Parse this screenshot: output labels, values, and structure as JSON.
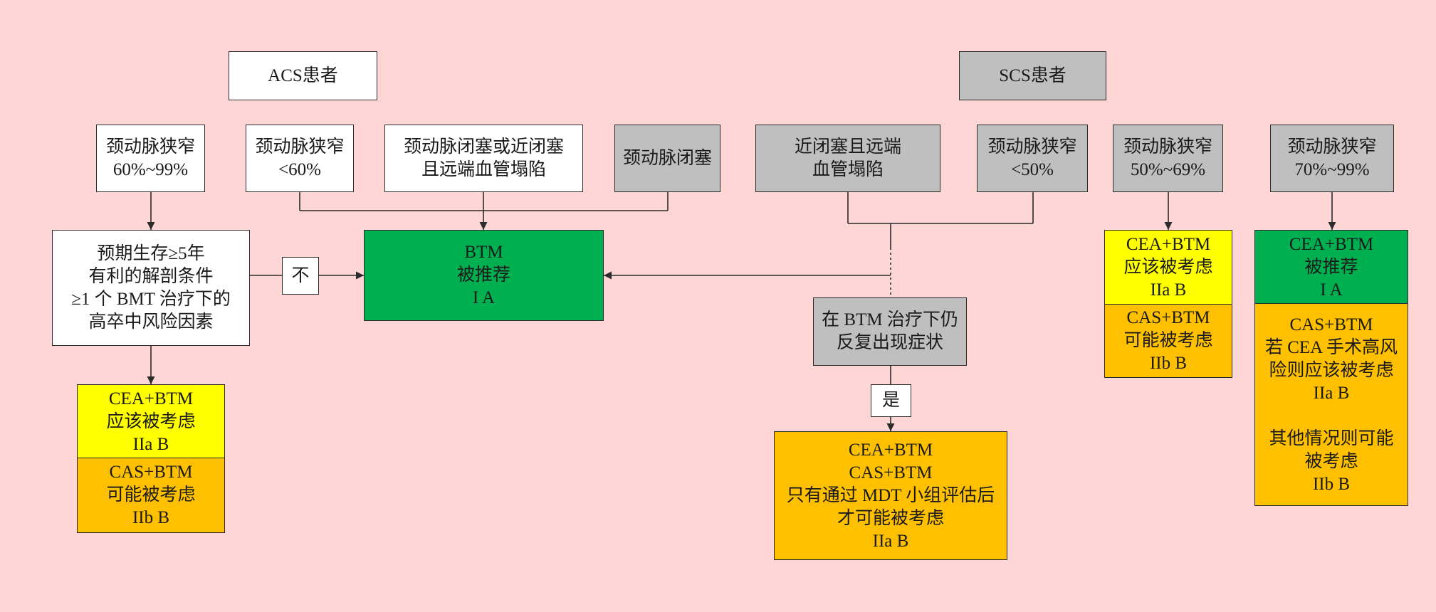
{
  "colors": {
    "background": "#FFD6D6",
    "acs_box": "#FFFFFF",
    "scs_box": "#BFBFBF",
    "recommended": "#00B050",
    "should_consider": "#FFFF00",
    "may_consider": "#FFC000",
    "line": "#2B2B2B"
  },
  "acs": {
    "header": "ACS患者",
    "stenosis_60_99": "颈动脉狭窄\n60%~99%",
    "stenosis_lt60": "颈动脉狭窄\n<60%",
    "occlusion_or_near": "颈动脉闭塞或近闭塞\n且远端血管塌陷",
    "criteria": "预期生存≥5年\n有利的解剖条件\n≥1 个 BMT 治疗下的\n高卒中风险因素",
    "no_label": "不",
    "cea_should": "CEA+BTM\n应该被考虑\nIIa B",
    "cas_may": "CAS+BTM\n可能被考虑\nIIb B"
  },
  "btm": {
    "recommendation": "BTM\n被推荐\nI A"
  },
  "scs": {
    "header": "SCS患者",
    "occlusion": "颈动脉闭塞",
    "near_occlusion": "近闭塞且远端\n血管塌陷",
    "stenosis_lt50": "颈动脉狭窄\n<50%",
    "stenosis_50_69": "颈动脉狭窄\n50%~69%",
    "stenosis_70_99": "颈动脉狭窄\n70%~99%",
    "recurrent_symptoms": "在 BTM 治疗下仍\n反复出现症状",
    "yes_label": "是",
    "mdt_option": "CEA+BTM\nCAS+BTM\n只有通过 MDT 小组评估后\n才可能被考虑\nIIa B",
    "s5069_cea": "CEA+BTM\n应该被考虑\nIIa B",
    "s5069_cas": "CAS+BTM\n可能被考虑\nIIb B",
    "s7099_cea": "CEA+BTM\n被推荐\nI A",
    "s7099_cas": "CAS+BTM\n若 CEA 手术高风\n险则应该被考虑\nIIa B\n\n其他情况则可能\n被考虑\nIIb B"
  }
}
